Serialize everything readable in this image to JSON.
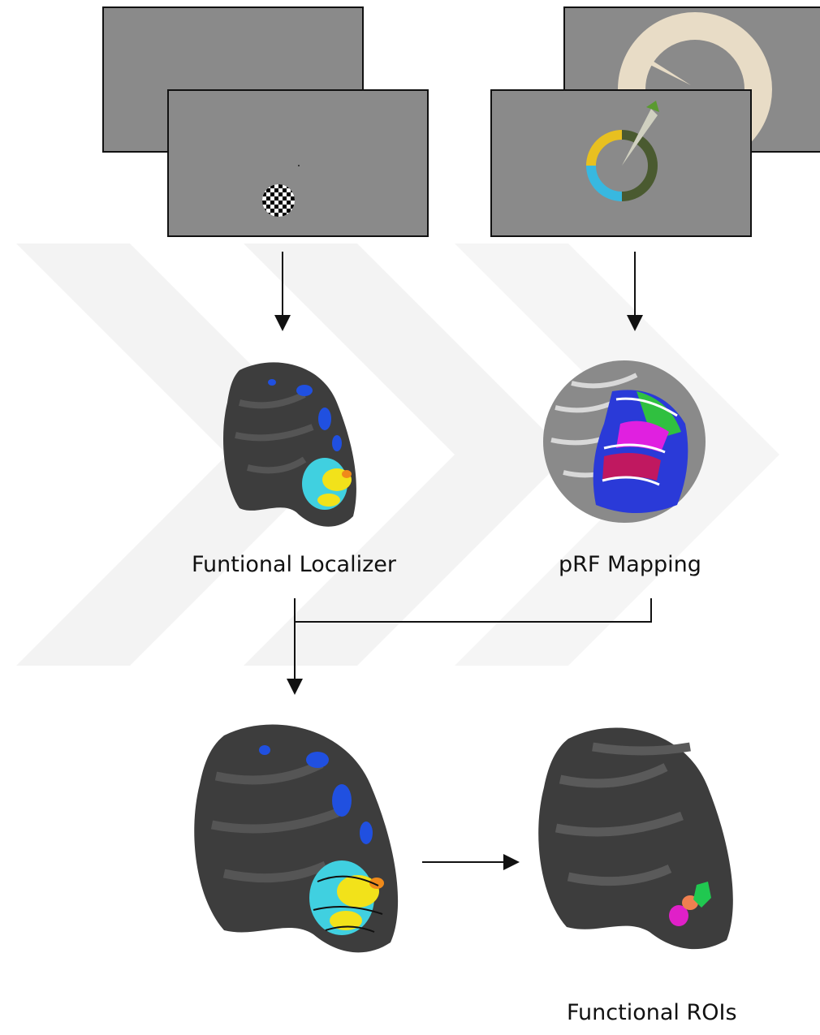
{
  "labels": {
    "localizer": "Funtional Localizer",
    "prf": "pRF Mapping",
    "rois": "Functional ROIs"
  },
  "colors": {
    "screen_gray": "#8a8a8a",
    "brain_dark": "#3a3a3a",
    "brain_light": "#5a5a5a",
    "activation_blue": "#1f3fd6",
    "activation_cyan": "#3fd0e0",
    "activation_yellow": "#f2e21a",
    "activation_orange": "#f08a1a",
    "roi_magenta": "#e020c8",
    "roi_orange": "#f08050",
    "roi_green": "#20c850",
    "watermark": "#f2f2f2"
  }
}
